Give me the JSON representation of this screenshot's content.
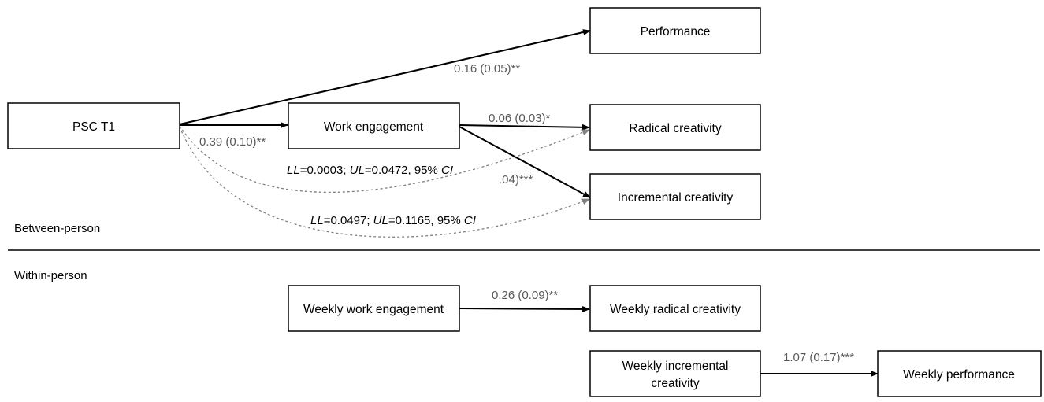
{
  "nodes": {
    "performance": "Performance",
    "psc_t1": "PSC T1",
    "work_engagement": "Work engagement",
    "radical_creativity": "Radical creativity",
    "incremental_creativity": "Incremental creativity",
    "weekly_work_engagement": "Weekly work engagement",
    "weekly_radical_creativity": "Weekly radical creativity",
    "weekly_incremental_creativity_line1": "Weekly incremental",
    "weekly_incremental_creativity_line2": "creativity",
    "weekly_performance": "Weekly performance"
  },
  "sections": {
    "between": "Between-person",
    "within": "Within-person"
  },
  "paths": {
    "psc_performance": "0.16 (0.05)**",
    "psc_engagement": "0.39 (0.10)**",
    "engagement_radical": "0.06 (0.03)*",
    "engagement_incremental": ".04)***",
    "weekly_engagement_radical": "0.26 (0.09)**",
    "weekly_incremental_performance": "1.07 (0.17)***"
  },
  "indirect": {
    "radical": {
      "ll_label": "LL",
      "ll_value": "=0.0003; ",
      "ul_label": "UL",
      "ul_value": "=0.0472, 95% ",
      "ci_label": "CI"
    },
    "incremental": {
      "ll_label": "LL",
      "ll_value": "=0.0497; ",
      "ul_label": "UL",
      "ul_value": "=0.1165, 95% ",
      "ci_label": "CI"
    }
  }
}
